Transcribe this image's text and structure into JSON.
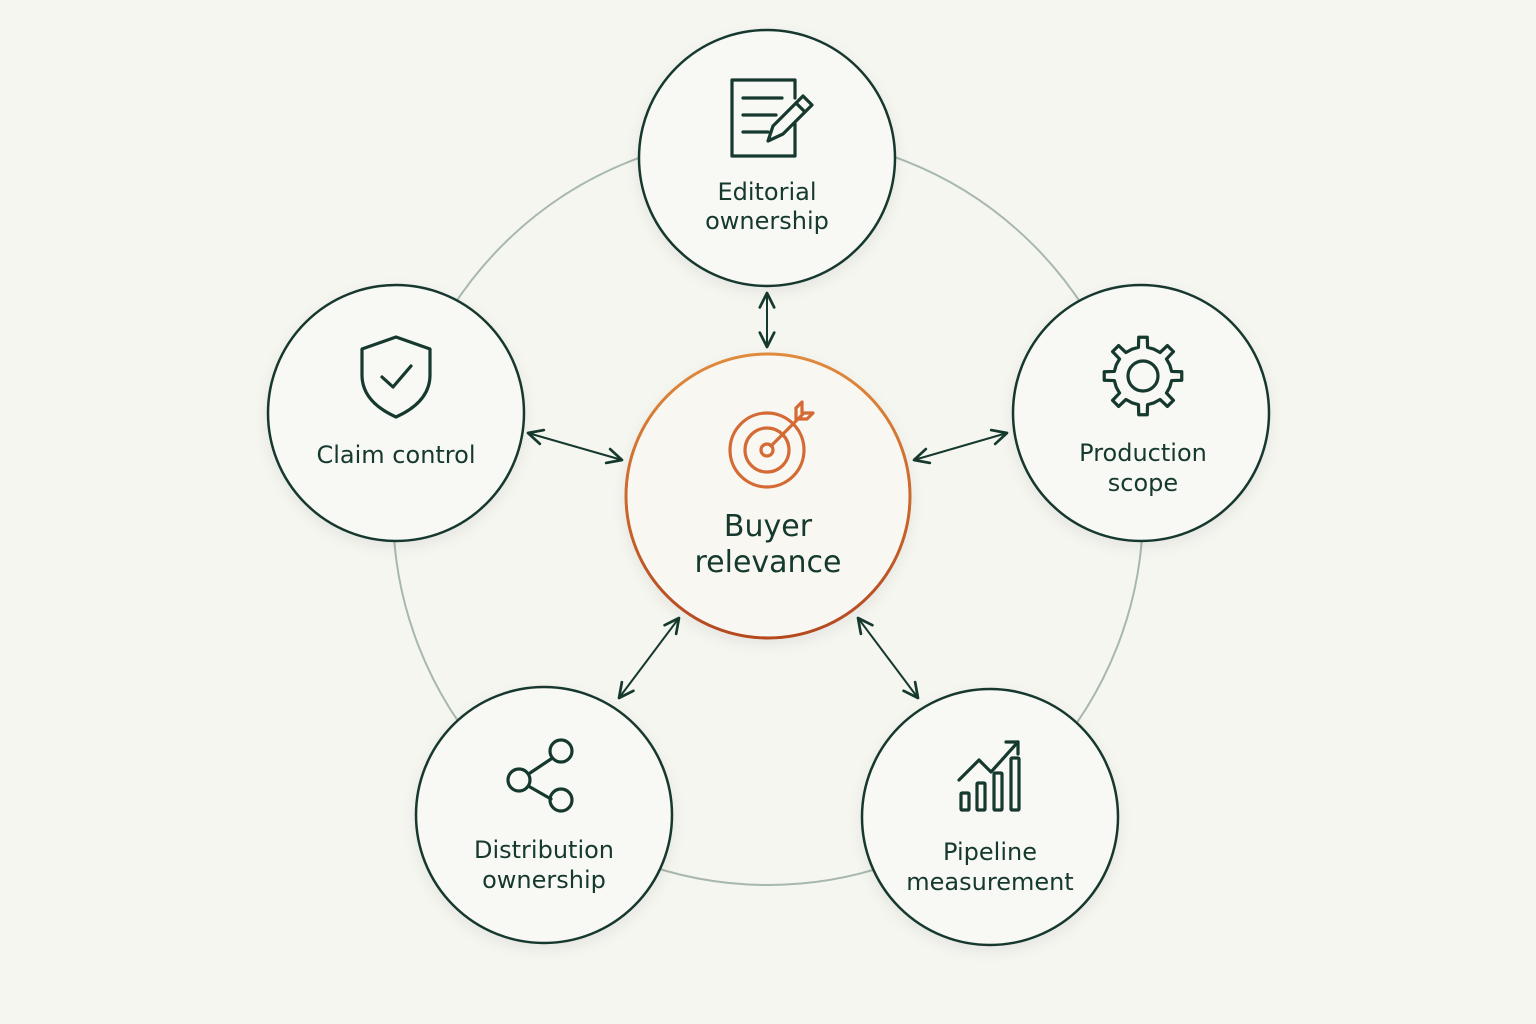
{
  "diagram": {
    "center": {
      "label_line1": "Buyer",
      "label_line2": "relevance",
      "icon": "target-icon"
    },
    "nodes": [
      {
        "id": "editorial",
        "label_line1": "Editorial",
        "label_line2": "ownership",
        "icon": "document-edit-icon"
      },
      {
        "id": "claim",
        "label_line1": "Claim control",
        "label_line2": "",
        "icon": "shield-check-icon"
      },
      {
        "id": "production",
        "label_line1": "Production",
        "label_line2": "scope",
        "icon": "gear-icon"
      },
      {
        "id": "distribution",
        "label_line1": "Distribution",
        "label_line2": "ownership",
        "icon": "share-icon"
      },
      {
        "id": "pipeline",
        "label_line1": "Pipeline",
        "label_line2": "measurement",
        "icon": "growth-chart-icon"
      }
    ],
    "colors": {
      "background": "#f6f6f1",
      "node_stroke": "#15392e",
      "ring": "#a8b8ae",
      "center_gradient_top": "#e08a3c",
      "center_gradient_bottom": "#b4481f",
      "accent_icon": "#d46a34",
      "text": "#15392e"
    }
  }
}
